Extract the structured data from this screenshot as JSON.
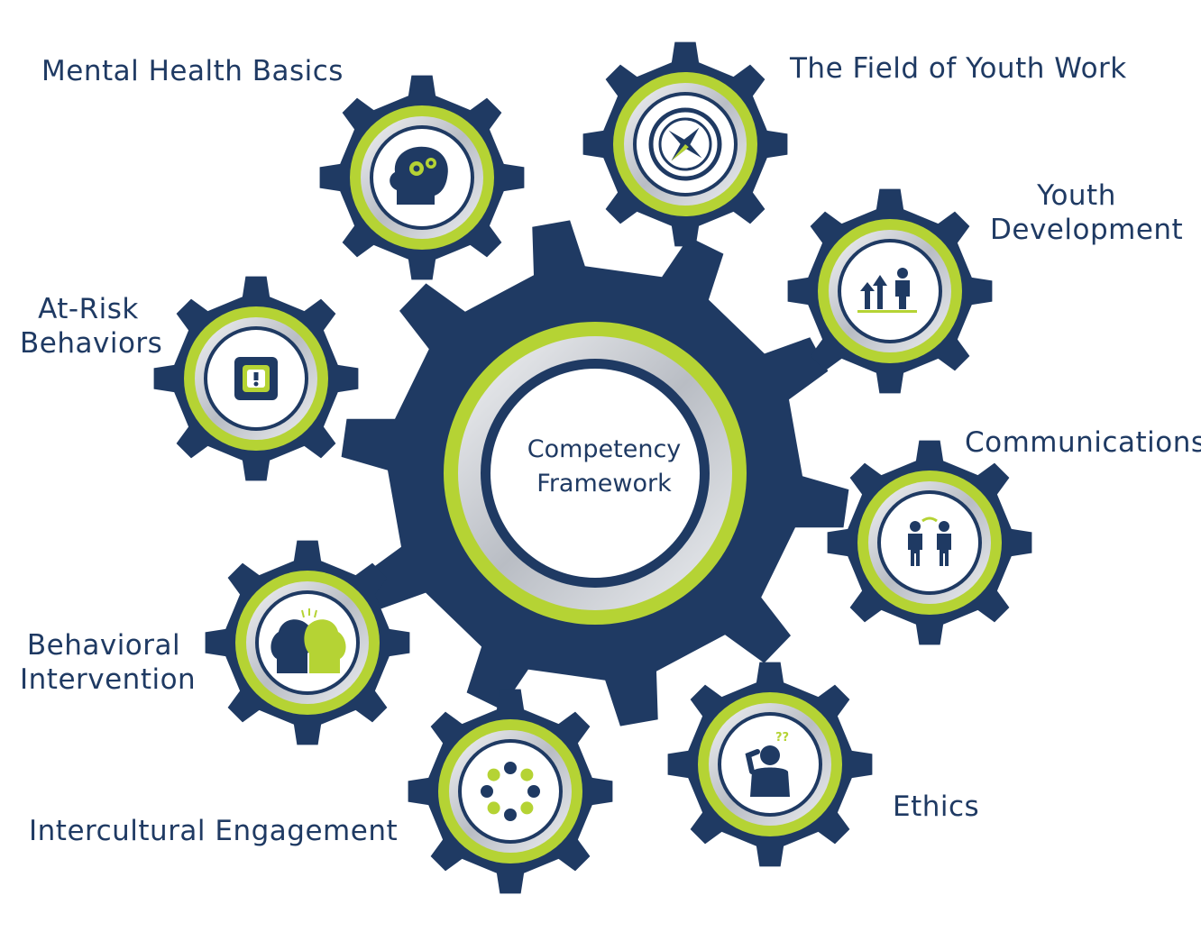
{
  "colors": {
    "gear": "#1f3a63",
    "accent": "#b5d334",
    "silver": "#c9ccd1",
    "text": "#1f3a63",
    "background": "#ffffff"
  },
  "center": {
    "title_line1": "Competency",
    "title_line2": "Framework"
  },
  "competencies": [
    {
      "key": "mental-health-basics",
      "line1": "Mental Health Basics",
      "line2": "",
      "icon": "head-gears-icon"
    },
    {
      "key": "field-of-youth-work",
      "line1": "The Field of Youth Work",
      "line2": "",
      "icon": "compass-icon"
    },
    {
      "key": "youth-development",
      "line1": "Youth",
      "line2": "Development",
      "icon": "growth-arrows-person-icon"
    },
    {
      "key": "at-risk-behaviors",
      "line1": "At-Risk",
      "line2": "Behaviors",
      "icon": "warning-sign-icon"
    },
    {
      "key": "communications",
      "line1": "Communications",
      "line2": "",
      "icon": "two-people-talking-icon"
    },
    {
      "key": "behavioral-intervention",
      "line1": "Behavioral",
      "line2": "Intervention",
      "icon": "two-heads-icon"
    },
    {
      "key": "ethics",
      "line1": "Ethics",
      "line2": "",
      "icon": "thinking-person-icon"
    },
    {
      "key": "intercultural-engagement",
      "line1": "Intercultural Engagement",
      "line2": "",
      "icon": "people-circle-icon"
    }
  ]
}
